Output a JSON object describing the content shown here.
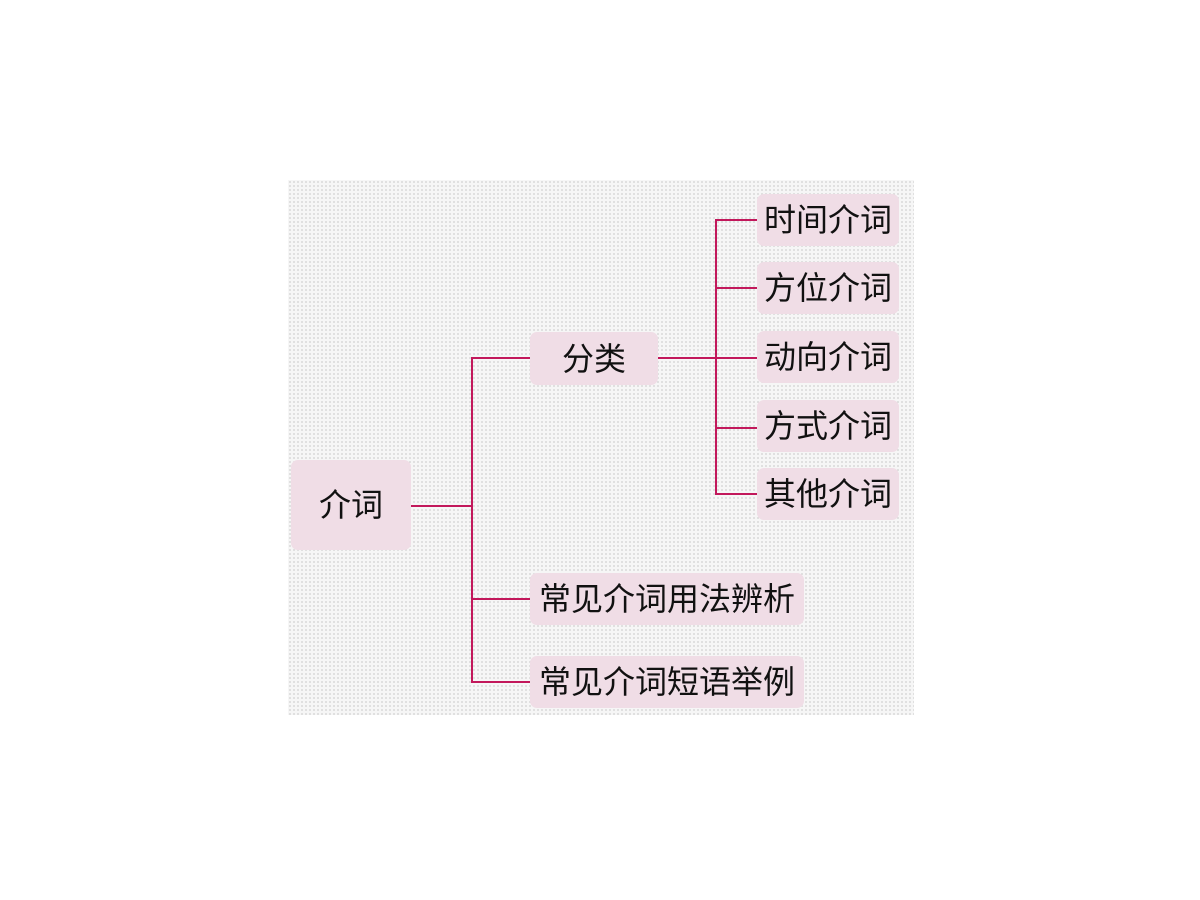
{
  "diagram": {
    "root": {
      "label": "介词"
    },
    "branches": [
      {
        "label": "分类",
        "children": [
          {
            "label": "时间介词"
          },
          {
            "label": "方位介词"
          },
          {
            "label": "动向介词"
          },
          {
            "label": "方式介词"
          },
          {
            "label": "其他介词"
          }
        ]
      },
      {
        "label": "常见介词用法辨析"
      },
      {
        "label": "常见介词短语举例"
      }
    ],
    "colors": {
      "connector": "#c2185b",
      "node_fill": "#f0dde6",
      "text": "#111111",
      "background": "#f6f6f6"
    }
  }
}
